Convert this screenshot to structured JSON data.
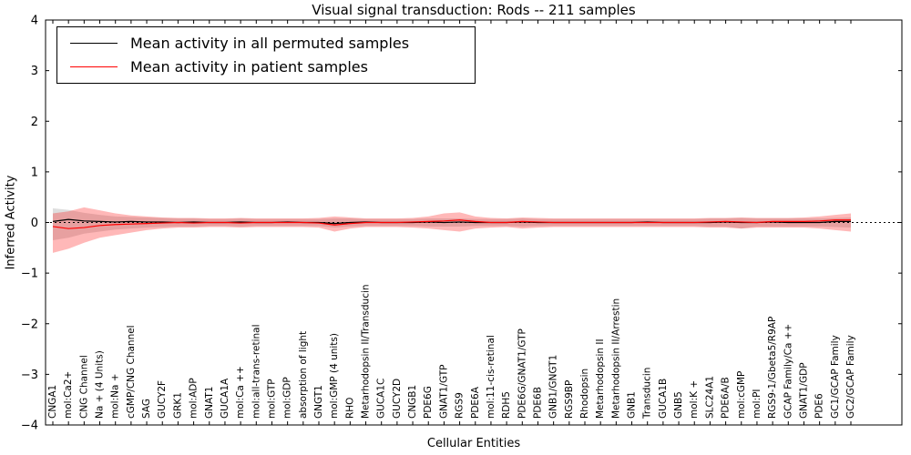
{
  "chart_data": {
    "type": "line",
    "title": "Visual signal transduction: Rods -- 211 samples",
    "xlabel": "Cellular Entities",
    "ylabel": "Inferred Activity",
    "ylim": [
      -4,
      4
    ],
    "yticks": [
      -4,
      -3,
      -2,
      -1,
      0,
      1,
      2,
      3,
      4
    ],
    "grid": false,
    "zero_line": true,
    "legend_position": "upper left",
    "categories": [
      "CNGA1",
      "mol:Ca2+",
      "CNG Channel",
      "Na + (4 Units)",
      "mol:Na +",
      "cGMP/CNG Channel",
      "SAG",
      "GUCY2F",
      "GRK1",
      "mol:ADP",
      "GNAT1",
      "GUCA1A",
      "mol:Ca ++",
      "mol:all-trans-retinal",
      "mol:GTP",
      "mol:GDP",
      "absorption of light",
      "GNGT1",
      "mol:GMP (4 units)",
      "RHO",
      "Metarhodopsin II/Transducin",
      "GUCA1C",
      "GUCY2D",
      "CNGB1",
      "PDE6G",
      "GNAT1/GTP",
      "RGS9",
      "PDE6A",
      "mol:11-cis-retinal",
      "RDH5",
      "PDE6G/GNAT1/GTP",
      "PDE6B",
      "GNB1/GNGT1",
      "RGS9BP",
      "Rhodopsin",
      "Metarhodopsin II",
      "Metarhodopsin II/Arrestin",
      "GNB1",
      "Transducin",
      "GUCA1B",
      "GNB5",
      "mol:K +",
      "SLC24A1",
      "PDE6A/B",
      "mol:cGMP",
      "mol:PI",
      "RGS9-1/Gbeta5/R9AP",
      "GCAP Family/Ca ++",
      "GNAT1/GDP",
      "PDE6",
      "GC1/GCAP Family",
      "GC2/GCAP Family"
    ],
    "series": [
      {
        "name": "Mean activity in all permuted samples",
        "color": "#000000",
        "band_color": "#000000",
        "band_opacity": 0.13,
        "values": [
          0.02,
          0.06,
          0.03,
          0.02,
          0.01,
          0.02,
          0.01,
          0.01,
          0.0,
          0.01,
          0.0,
          0.0,
          0.01,
          0.0,
          0.0,
          0.01,
          0.0,
          0.0,
          -0.02,
          0.0,
          0.01,
          0.0,
          0.0,
          0.0,
          0.01,
          0.0,
          0.01,
          0.0,
          0.0,
          0.0,
          0.01,
          0.0,
          0.0,
          0.0,
          0.0,
          0.0,
          0.0,
          0.0,
          0.01,
          0.0,
          0.0,
          0.0,
          0.0,
          0.01,
          0.0,
          0.0,
          0.01,
          0.0,
          0.0,
          0.0,
          0.02,
          0.02
        ],
        "band_low": [
          -0.35,
          -0.3,
          -0.22,
          -0.18,
          -0.14,
          -0.12,
          -0.1,
          -0.09,
          -0.08,
          -0.08,
          -0.07,
          -0.07,
          -0.08,
          -0.07,
          -0.07,
          -0.07,
          -0.07,
          -0.07,
          -0.1,
          -0.08,
          -0.07,
          -0.07,
          -0.07,
          -0.07,
          -0.08,
          -0.08,
          -0.08,
          -0.07,
          -0.07,
          -0.07,
          -0.08,
          -0.07,
          -0.07,
          -0.07,
          -0.07,
          -0.07,
          -0.07,
          -0.07,
          -0.07,
          -0.07,
          -0.07,
          -0.07,
          -0.08,
          -0.08,
          -0.12,
          -0.08,
          -0.08,
          -0.08,
          -0.08,
          -0.08,
          -0.09,
          -0.1
        ],
        "band_high": [
          0.28,
          0.25,
          0.19,
          0.15,
          0.12,
          0.11,
          0.1,
          0.09,
          0.08,
          0.08,
          0.07,
          0.07,
          0.08,
          0.07,
          0.07,
          0.07,
          0.07,
          0.07,
          0.08,
          0.08,
          0.07,
          0.07,
          0.07,
          0.07,
          0.08,
          0.08,
          0.08,
          0.07,
          0.07,
          0.07,
          0.08,
          0.07,
          0.07,
          0.07,
          0.07,
          0.07,
          0.07,
          0.07,
          0.07,
          0.07,
          0.07,
          0.07,
          0.08,
          0.08,
          0.09,
          0.08,
          0.08,
          0.08,
          0.08,
          0.08,
          0.09,
          0.1
        ]
      },
      {
        "name": "Mean activity in patient samples",
        "color": "#ff0000",
        "band_color": "#ff0000",
        "band_opacity": 0.28,
        "values": [
          -0.08,
          -0.12,
          -0.1,
          -0.06,
          -0.04,
          -0.03,
          -0.02,
          -0.01,
          0.0,
          -0.01,
          0.0,
          0.0,
          -0.01,
          0.0,
          0.0,
          0.0,
          0.0,
          -0.01,
          -0.05,
          -0.02,
          0.0,
          0.0,
          0.0,
          0.01,
          0.02,
          0.03,
          0.05,
          0.02,
          0.0,
          0.0,
          0.02,
          0.01,
          0.0,
          0.0,
          0.0,
          0.0,
          0.0,
          0.0,
          0.0,
          0.0,
          0.0,
          0.0,
          0.01,
          0.02,
          0.01,
          0.0,
          0.02,
          0.02,
          0.02,
          0.03,
          0.05,
          0.05
        ],
        "band_low": [
          -0.6,
          -0.52,
          -0.4,
          -0.3,
          -0.25,
          -0.2,
          -0.15,
          -0.12,
          -0.1,
          -0.1,
          -0.09,
          -0.09,
          -0.1,
          -0.09,
          -0.09,
          -0.09,
          -0.09,
          -0.1,
          -0.18,
          -0.12,
          -0.09,
          -0.09,
          -0.09,
          -0.1,
          -0.12,
          -0.15,
          -0.18,
          -0.12,
          -0.1,
          -0.09,
          -0.12,
          -0.1,
          -0.09,
          -0.09,
          -0.09,
          -0.09,
          -0.09,
          -0.09,
          -0.09,
          -0.09,
          -0.09,
          -0.09,
          -0.1,
          -0.1,
          -0.12,
          -0.1,
          -0.1,
          -0.1,
          -0.1,
          -0.12,
          -0.15,
          -0.18
        ],
        "band_high": [
          0.18,
          0.22,
          0.3,
          0.24,
          0.18,
          0.14,
          0.12,
          0.1,
          0.09,
          0.09,
          0.08,
          0.08,
          0.09,
          0.08,
          0.08,
          0.08,
          0.08,
          0.09,
          0.12,
          0.1,
          0.08,
          0.08,
          0.08,
          0.09,
          0.12,
          0.18,
          0.2,
          0.12,
          0.09,
          0.08,
          0.1,
          0.09,
          0.08,
          0.08,
          0.08,
          0.08,
          0.08,
          0.08,
          0.08,
          0.08,
          0.08,
          0.08,
          0.09,
          0.09,
          0.1,
          0.09,
          0.09,
          0.09,
          0.1,
          0.12,
          0.15,
          0.18
        ]
      }
    ]
  }
}
